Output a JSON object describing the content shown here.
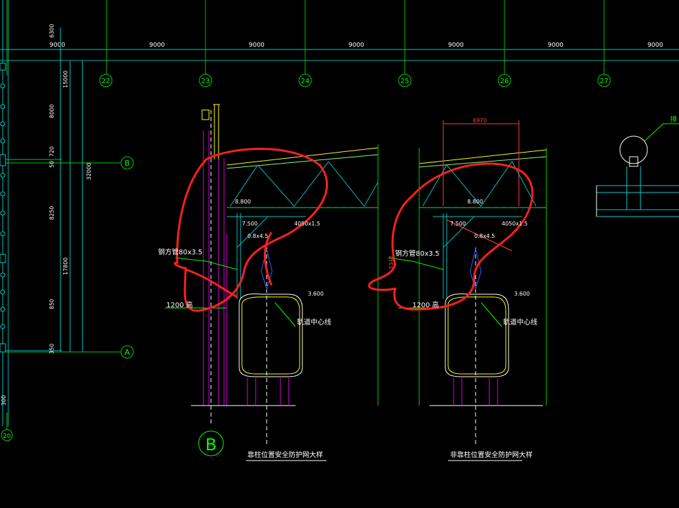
{
  "top_dimensions": [
    "9000",
    "9000",
    "9000",
    "9000",
    "9000",
    "9000",
    "9000"
  ],
  "grid_axes": [
    "22",
    "23",
    "24",
    "25",
    "26",
    "27"
  ],
  "left_dimensions": [
    "6300",
    "15000",
    "8000",
    "720",
    "50",
    "8250",
    "17800",
    "850",
    "350",
    "300"
  ],
  "left_total_dimension": "32000",
  "row_axes": [
    "B",
    "A"
  ],
  "left_end_axis": "20",
  "detail_circle_label": "B",
  "left_detail": {
    "elev_1": "8.800",
    "elev_2": "7.500",
    "elev_3": "3.600",
    "dim_slope": "4050x1.5",
    "dim_small": "0.8x4.5",
    "tube_label": "钢方管80x3.5",
    "rail_label": "1200 高",
    "track_label": "轨道中心线",
    "caption": "靠柱位置安全防护网大样"
  },
  "right_detail": {
    "top_dim": "6970",
    "vert_dim": "3347",
    "elev_1": "8.800",
    "elev_2": "7.500",
    "elev_3": "3.600",
    "dim_slope": "4050x1.5",
    "dim_small": "0.8x4.5",
    "tube_label": "钢方管80x3.5",
    "rail_label": "1200 高",
    "track_label": "轨道中心线",
    "caption": "非靠柱位置安全防护网大样"
  },
  "edge_label": "排"
}
